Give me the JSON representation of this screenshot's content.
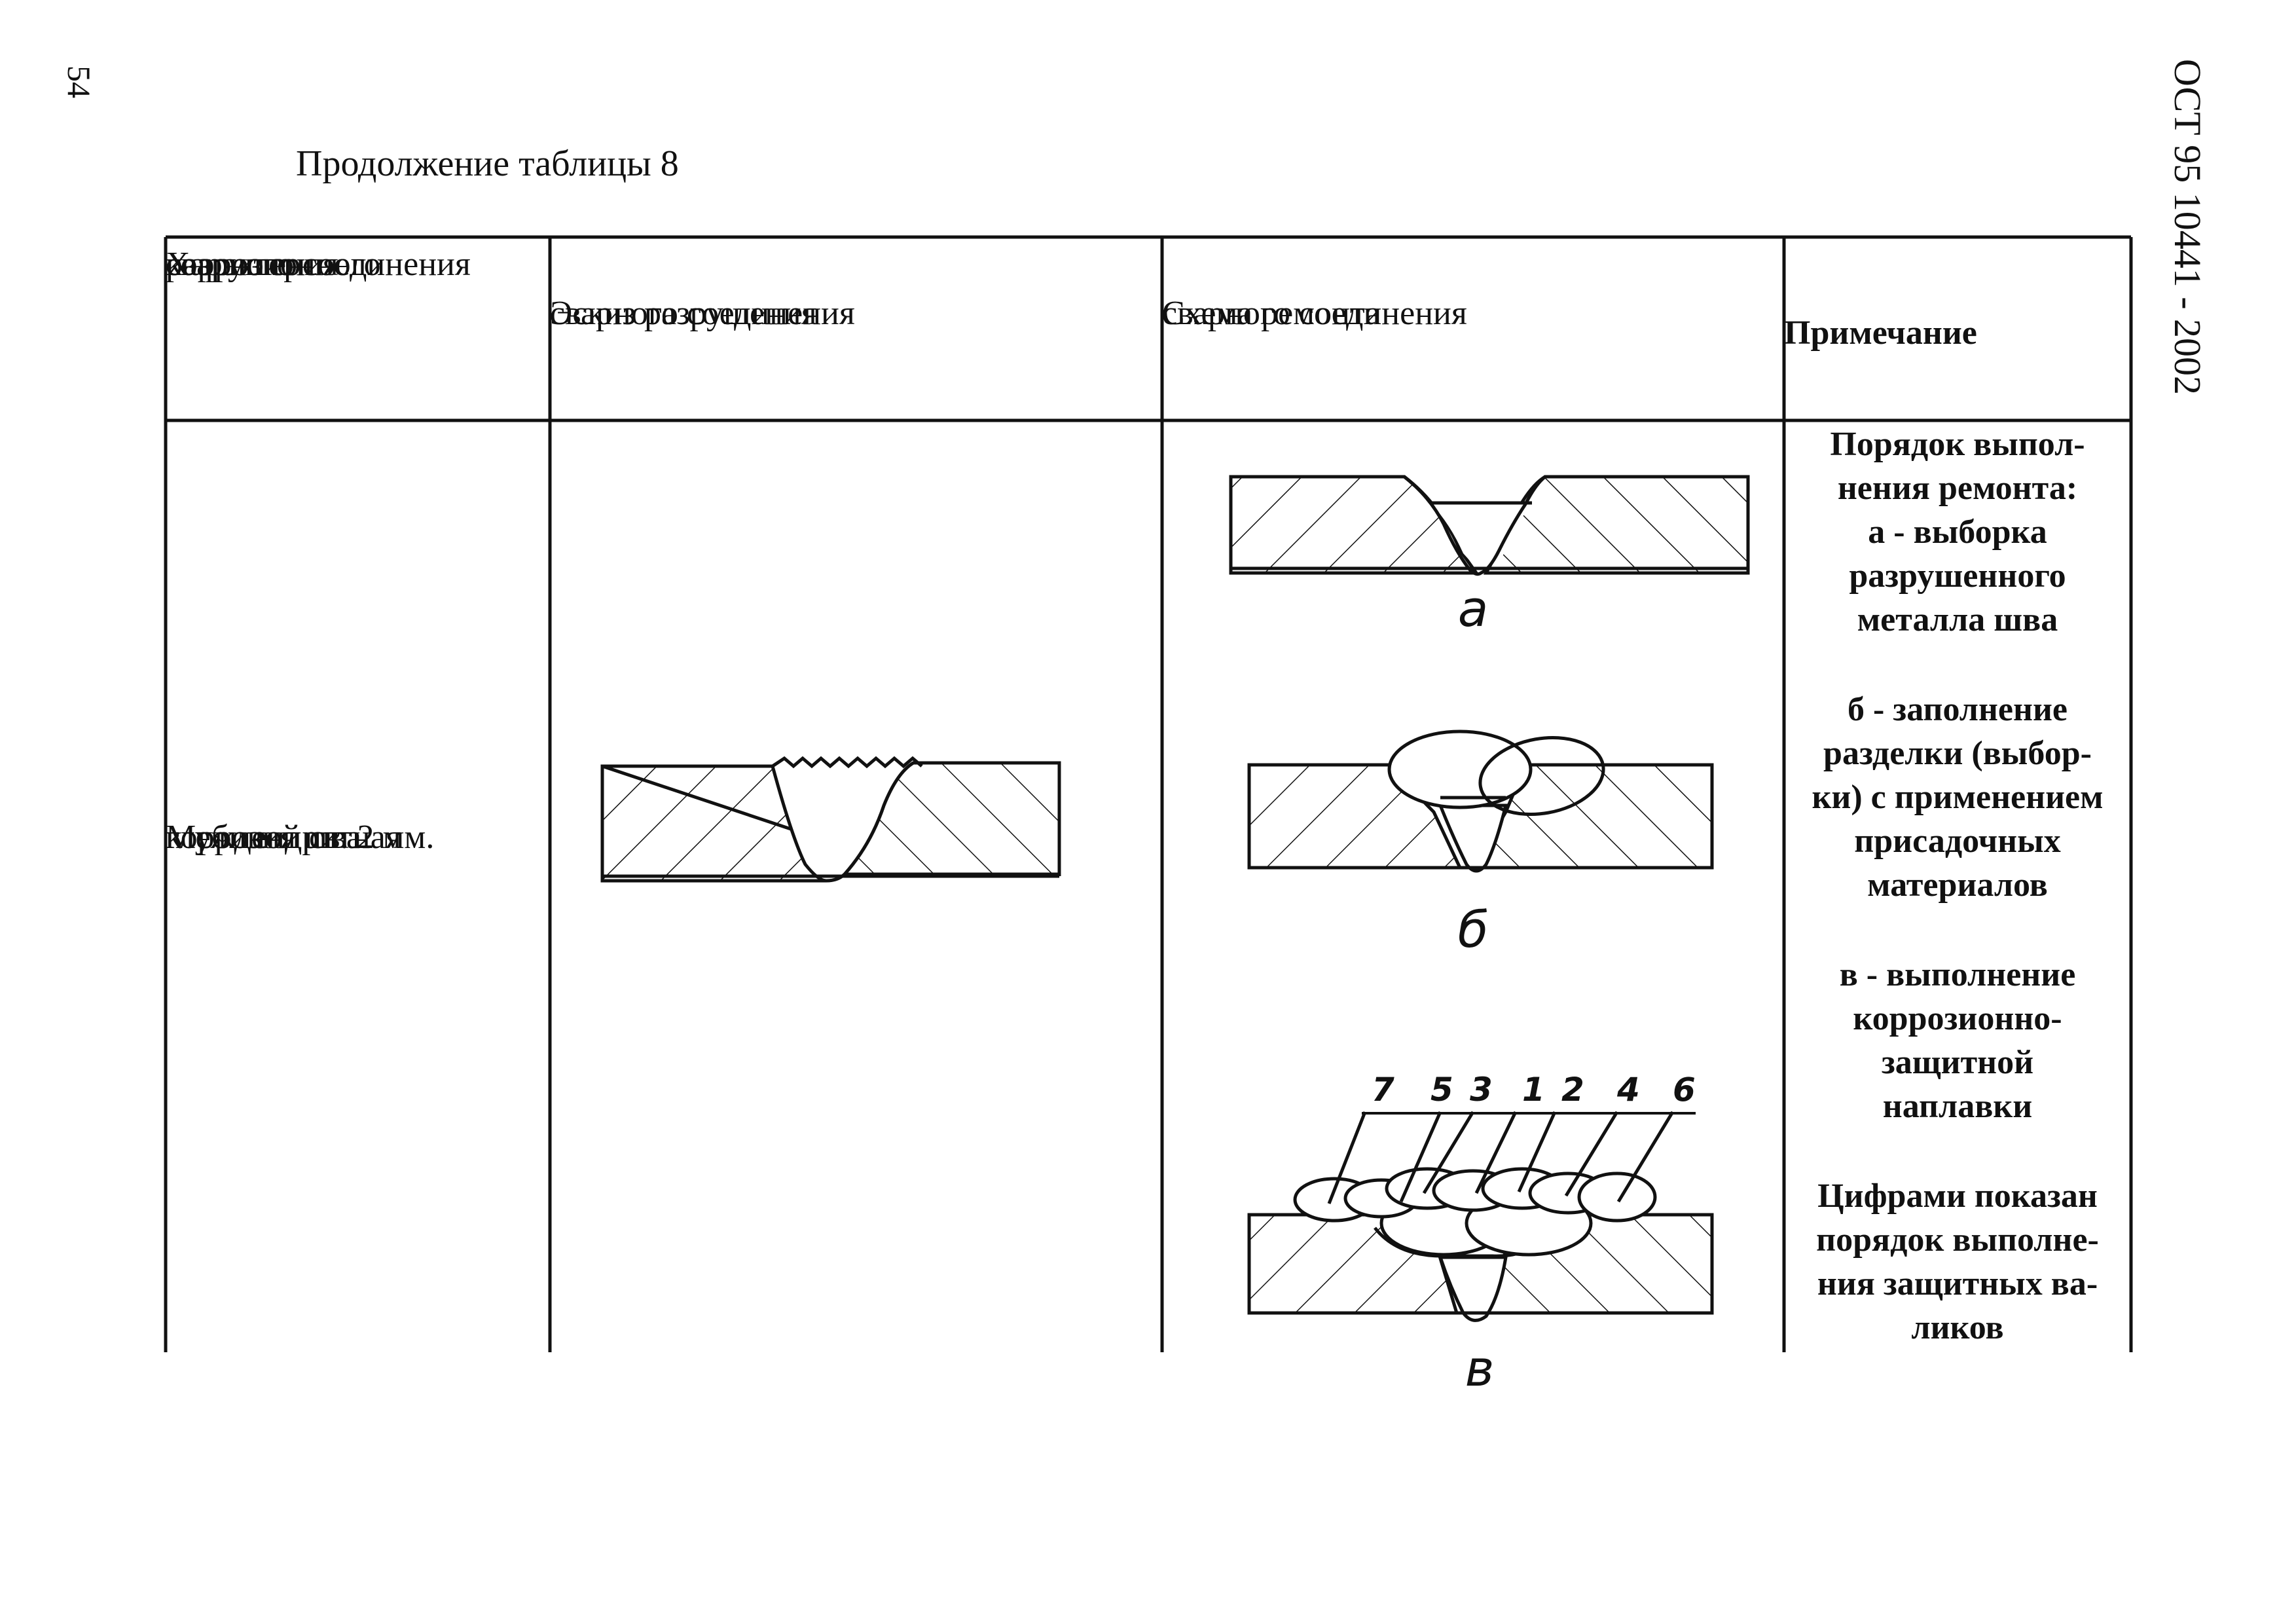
{
  "page_number": "54",
  "doc_code": "ОСТ 95 10441 - 2002",
  "caption": "Продолжение таблицы 8",
  "table": {
    "headers": {
      "col1": [
        "Характер",
        "коррозионного",
        "разрушения",
        "сварного соединения"
      ],
      "col2": [
        "Эскиз разрушения",
        "сварного соединения"
      ],
      "col3": [
        "Схема ремонта",
        "сварного соединения"
      ],
      "col4": "Примечание"
    },
    "row": {
      "col1": [
        "Междендритная",
        "коррозия шва",
        "глубиной св. 2 мм."
      ],
      "note_a": [
        "Порядок выпол-",
        "нения ремонта:",
        "а - выборка",
        "разрушенного",
        "металла шва"
      ],
      "note_b": [
        "б - заполнение",
        "разделки (выбор-",
        "ки) с применением",
        "присадочных",
        "материалов"
      ],
      "note_c": [
        "в - выполнение",
        "коррозионно-",
        "защитной",
        "наплавки"
      ],
      "note_d": [
        "Цифрами показан",
        "порядок выполне-",
        "ния защитных ва-",
        "ликов"
      ]
    },
    "scheme_labels": [
      "а",
      "б",
      "в"
    ],
    "bead_order_labels": [
      "7",
      "5",
      "3",
      "1",
      "2",
      "4",
      "6"
    ]
  }
}
